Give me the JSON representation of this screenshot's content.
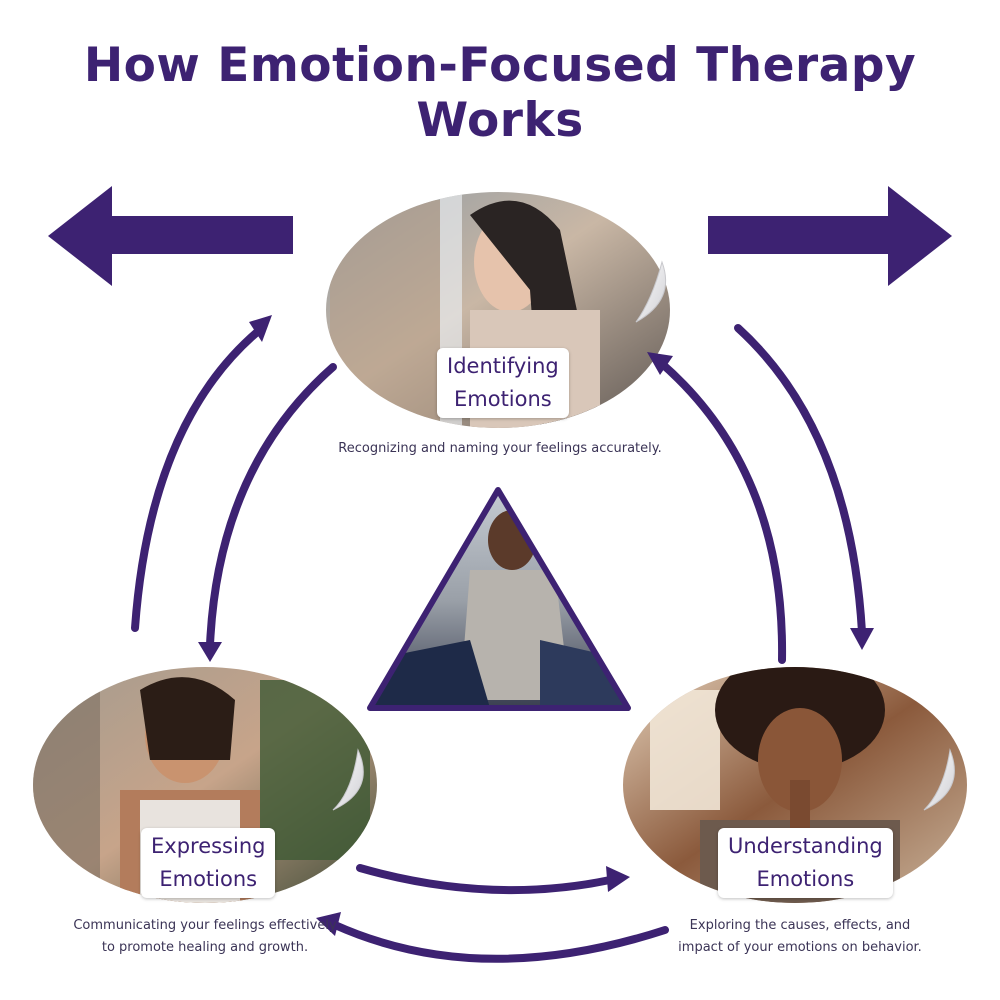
{
  "title": "How Emotion-Focused Therapy Works",
  "colors": {
    "accent": "#3d2272",
    "text": "#3b3456"
  },
  "nodes": {
    "identifying": {
      "label_line1": "Identifying",
      "label_line2": "Emotions",
      "description": "Recognizing and naming your feelings accurately.",
      "image": "woman-looking-out-window-photo"
    },
    "expressing": {
      "label_line1": "Expressing",
      "label_line2": "Emotions",
      "description_line1": "Communicating your feelings effectively",
      "description_line2": "to promote healing and growth.",
      "image": "woman-eyes-closed-in-sunlight-photo"
    },
    "understanding": {
      "label_line1": "Understanding",
      "label_line2": "Emotions",
      "description_line1": "Exploring the causes, effects, and",
      "description_line2": "impact of your emotions on behavior.",
      "image": "woman-hands-pressed-to-lips-photo"
    }
  },
  "center_image": "therapy-session-photo",
  "icons": [
    "arrow-left-icon",
    "arrow-right-icon",
    "curved-arrow-icon"
  ]
}
